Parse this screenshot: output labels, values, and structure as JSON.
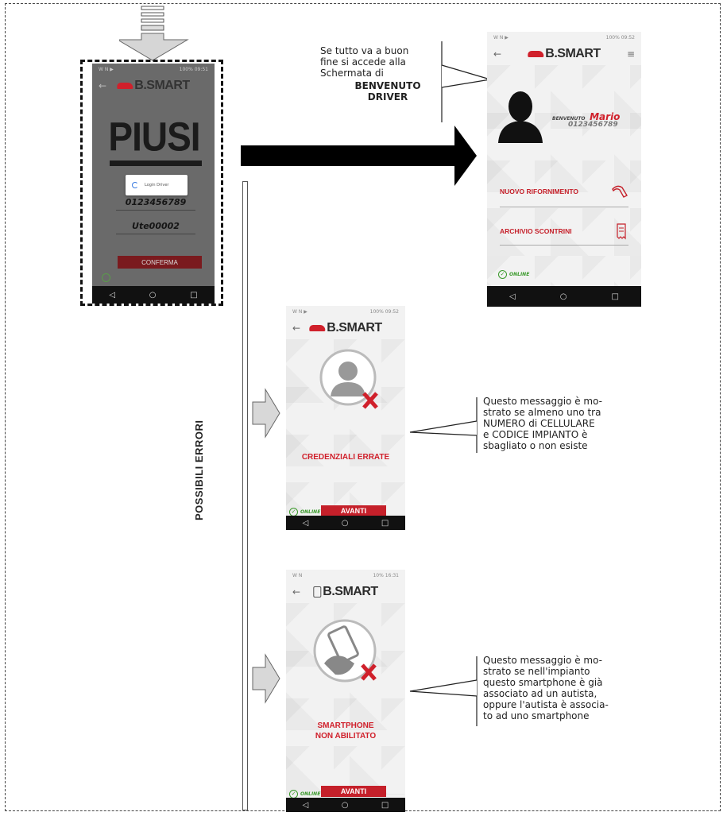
{
  "login_phone": {
    "status_left": "W N ▶",
    "status_right": "100% 09:51",
    "back_icon": "←",
    "brand": "B.SMART",
    "piusi_logo": "PIUSI",
    "dialog_text": "Login Driver",
    "phone_number": "0123456789",
    "plant_code": "Ute00002",
    "confirm_button": "CONFERMA",
    "nav": [
      "◁",
      "○",
      "□"
    ]
  },
  "welcome_phone": {
    "status_left": "W N ▶",
    "status_right": "100% 09:52",
    "back_icon": "←",
    "menu_icon": "≡",
    "brand": "B.SMART",
    "welcome_prefix": "BENVENUTO",
    "driver_name": "Mario",
    "driver_phone": "0123456789",
    "menu_items": [
      {
        "label": "NUOVO RIFORNIMENTO",
        "icon": "fuel-nozzle-icon"
      },
      {
        "label": "ARCHIVIO SCONTRINI",
        "icon": "receipt-icon"
      }
    ],
    "online": "ONLINE",
    "nav": [
      "◁",
      "○",
      "□"
    ]
  },
  "error1_phone": {
    "status_left": "W N ▶",
    "status_right": "100% 09:52",
    "back_icon": "←",
    "brand": "B.SMART",
    "error_text": "CREDENZIALI ERRATE",
    "online": "ONLINE",
    "button": "AVANTI",
    "nav": [
      "◁",
      "○",
      "□"
    ]
  },
  "error2_phone": {
    "status_left": "W N",
    "status_right": "10% 16:31",
    "back_icon": "←",
    "brand": "B.SMART",
    "error_line1": "SMARTPHONE",
    "error_line2": "NON ABILITATO",
    "online": "ONLINE",
    "button": "AVANTI",
    "nav": [
      "◁",
      "○",
      "□"
    ]
  },
  "callouts": {
    "success_lines": [
      "Se tutto va a buon",
      "fine si accede alla",
      "Schermata di"
    ],
    "success_bold_1": "BENVENUTO",
    "success_bold_2": "DRIVER",
    "error1_lines": [
      "Questo messaggio è mo-",
      "strato se almeno uno tra",
      "NUMERO di CELLULARE",
      "e CODICE IMPIANTO è",
      "sbagliato o non esiste"
    ],
    "error2_lines": [
      "Questo messaggio è mo-",
      "strato se nell'impianto",
      "questo smartphone è già",
      "associato ad un autista,",
      "oppure l'autista è associa-",
      "to ad uno smartphone"
    ]
  },
  "possible_errors_label": "POSSIBILI ERRORI",
  "colors": {
    "brand_red": "#c5202a",
    "online_green": "#3b9a2c",
    "arrow_black": "#000000"
  }
}
